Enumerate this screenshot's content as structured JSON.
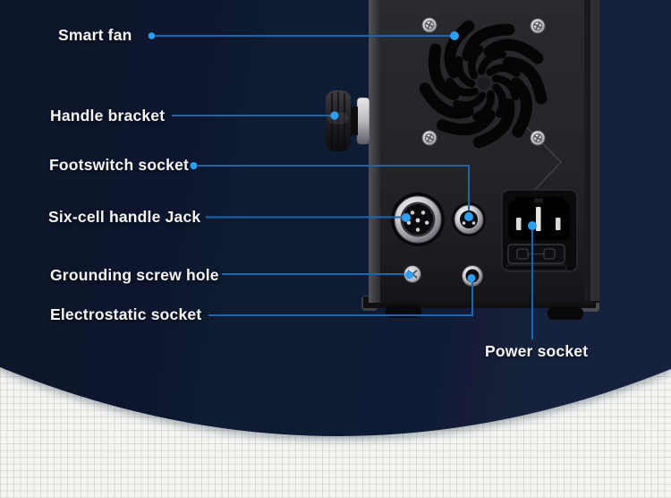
{
  "diagram": {
    "type": "product-rear-panel-callout-diagram"
  },
  "callouts": {
    "smart_fan": "Smart fan",
    "handle_bracket": "Handle bracket",
    "footswitch_socket": "Footswitch socket",
    "six_cell_handle_jack": "Six-cell handle Jack",
    "grounding_screw_hole": "Grounding screw hole",
    "electrostatic_socket": "Electrostatic socket",
    "power_socket": "Power socket"
  },
  "colors": {
    "accent_line": "#1767b5",
    "accent_dot": "#2d9ff2",
    "background_navy_left": "#0b1629",
    "background_navy_right": "#16233e",
    "paper": "#f5f5f3",
    "paper_grid": "#dcdcd8",
    "device_body": "#232327",
    "label_text": "#f6f6f6"
  }
}
